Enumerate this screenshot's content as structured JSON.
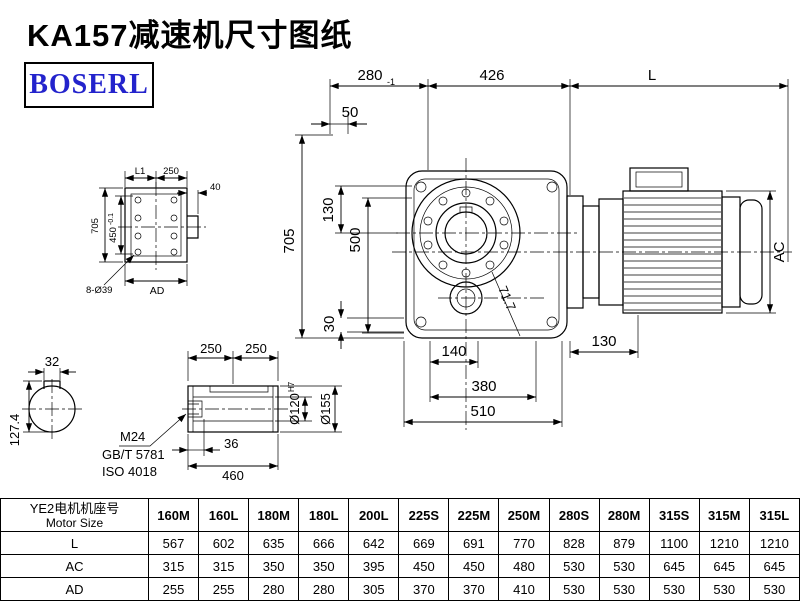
{
  "header": {
    "title": "KA157减速机尺寸图纸",
    "logo": "BOSERL"
  },
  "dims": {
    "d280": "280",
    "d280_tol": "-1",
    "d426": "426",
    "dL": "L",
    "d50": "50",
    "d705": "705",
    "d130_left": "130",
    "d500": "500",
    "d30": "30",
    "d71_7": "71.7",
    "d140": "140",
    "d380": "380",
    "d510": "510",
    "d130_bottom": "130",
    "dAC": "AC"
  },
  "flange_view": {
    "dL1": "L1",
    "d250": "250",
    "d40": "40",
    "d705": "705",
    "d450": "450",
    "d450_tol": "-0.1",
    "d8_o39": "8-Ø39",
    "dAD": "AD"
  },
  "shaft_section": {
    "d32": "32",
    "d127_4": "127.4"
  },
  "shaft_view": {
    "d250a": "250",
    "d250b": "250",
    "m24": "M24",
    "gbt": "GB/T 5781",
    "iso": "ISO 4018",
    "d36": "36",
    "d460": "460",
    "d120": "Ø120",
    "d120_fit": "H7",
    "d155": "Ø155"
  },
  "table": {
    "row_header_cn": "YE2电机机座号",
    "row_header_en": "Motor Size",
    "columns": [
      "160M",
      "160L",
      "180M",
      "180L",
      "200L",
      "225S",
      "225M",
      "250M",
      "280S",
      "280M",
      "315S",
      "315M",
      "315L"
    ],
    "rows": [
      {
        "label": "L",
        "values": [
          "567",
          "602",
          "635",
          "666",
          "642",
          "669",
          "691",
          "770",
          "828",
          "879",
          "1100",
          "1210",
          "1210"
        ]
      },
      {
        "label": "AC",
        "values": [
          "315",
          "315",
          "350",
          "350",
          "395",
          "450",
          "450",
          "480",
          "530",
          "530",
          "645",
          "645",
          "645"
        ]
      },
      {
        "label": "AD",
        "values": [
          "255",
          "255",
          "280",
          "280",
          "305",
          "370",
          "370",
          "410",
          "530",
          "530",
          "530",
          "530",
          "530"
        ]
      }
    ]
  }
}
